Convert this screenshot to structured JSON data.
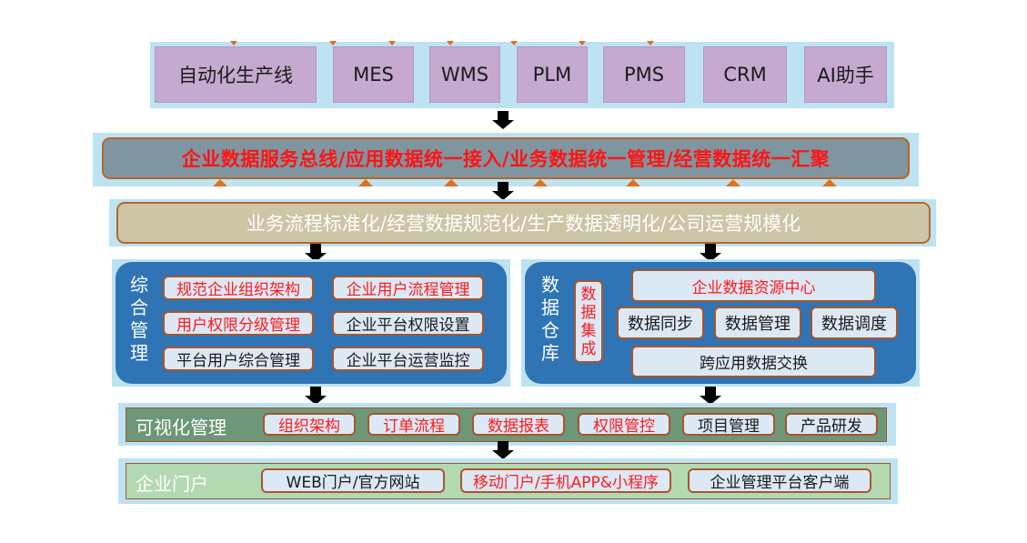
{
  "systems": [
    {
      "label": "自动化生产线"
    },
    {
      "label": "MES"
    },
    {
      "label": "WMS"
    },
    {
      "label": "PLM"
    },
    {
      "label": "PMS"
    },
    {
      "label": "CRM"
    },
    {
      "label": "AI助手"
    }
  ],
  "bus": {
    "label": "企业数据服务总线/应用数据统一接入/业务数据统一管理/经营数据统一汇聚"
  },
  "standards": {
    "label": "业务流程标准化/经营数据规范化/生产数据透明化/公司运营规模化"
  },
  "management": {
    "title": "综合管理",
    "title_chars": [
      "综",
      "合",
      "管",
      "理"
    ],
    "items": [
      {
        "label": "规范企业组织架构",
        "highlight": true
      },
      {
        "label": "企业用户流程管理",
        "highlight": true
      },
      {
        "label": "用户权限分级管理",
        "highlight": true
      },
      {
        "label": "企业平台权限设置",
        "highlight": false
      },
      {
        "label": "平台用户综合管理",
        "highlight": false
      },
      {
        "label": "企业平台运营监控",
        "highlight": false
      }
    ]
  },
  "warehouse": {
    "title": "数据仓库",
    "title_chars": [
      "数",
      "据",
      "仓",
      "库"
    ],
    "integration_chars": [
      "数",
      "据",
      "集",
      "成"
    ],
    "integration_label": "数据集成",
    "resource_center": "企业数据资源中心",
    "middle": [
      {
        "label": "数据同步"
      },
      {
        "label": "数据管理"
      },
      {
        "label": "数据调度"
      }
    ],
    "exchange": "跨应用数据交换"
  },
  "visual": {
    "title": "可视化管理",
    "items": [
      {
        "label": "组织架构",
        "highlight": true
      },
      {
        "label": "订单流程",
        "highlight": true
      },
      {
        "label": "数据报表",
        "highlight": true
      },
      {
        "label": "权限管控",
        "highlight": true
      },
      {
        "label": "项目管理",
        "highlight": false
      },
      {
        "label": "产品研发",
        "highlight": false
      }
    ]
  },
  "portal": {
    "title": "企业门户",
    "items": [
      {
        "label": "WEB门户/官方网站",
        "highlight": false
      },
      {
        "label": "移动门户/手机APP&小程序",
        "highlight": true
      },
      {
        "label": "企业管理平台客户端",
        "highlight": false
      }
    ]
  },
  "colors": {
    "highlight_text": "#ff1414",
    "connector": "#e0701e",
    "panel_blue": "#2f74b5",
    "system_box": "#c5a9cf",
    "bus_bar": "#7f96a0",
    "standards_bar": "#ccc5a6",
    "visual_bar": "#6e9679",
    "portal_bar": "#b3d9b3"
  }
}
